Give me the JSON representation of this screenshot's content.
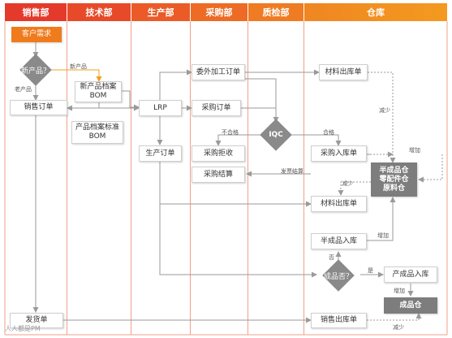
{
  "lanes": [
    "销售部",
    "技术部",
    "生产部",
    "采购部",
    "质检部",
    "仓库"
  ],
  "boxes": {
    "customer_demand": "客户需求",
    "new_product_bom": [
      "新产品档案",
      "BOM"
    ],
    "sales_order": "销售订单",
    "std_product_bom": [
      "产品档案标准",
      "BOM"
    ],
    "lrp": "LRP",
    "production_order": "生产订单",
    "outsource_order": "委外加工订单",
    "purchase_order": "采购订单",
    "purchase_reject": "采购拒收",
    "purchase_settle": "采购结算",
    "material_out_1": "材料出库单",
    "purchase_in": "采购入库单",
    "warehouses": [
      "半成品仓",
      "零配件仓",
      "原料仓"
    ],
    "material_out_2": "材料出库单",
    "semi_in": "半成品入库",
    "finished_in": "产成品入库",
    "finished_wh": "成品仓",
    "delivery": "发货单",
    "sales_out": "销售出库单"
  },
  "decisions": {
    "new_product": "新产品？",
    "iqc": "IQC",
    "finished_check": "成品否？"
  },
  "edge_labels": {
    "new_product": "新产品",
    "old_product": "老产品",
    "unqualified": "不合格",
    "qualified": "合格",
    "invoice_settle": "发票结算",
    "reduce_1": "减少",
    "increase_1": "增加",
    "reduce_2": "减少",
    "increase_2": "增加",
    "no": "否",
    "yes": "是",
    "increase_3": "增加",
    "reduce_3": "减少"
  },
  "colors": {
    "header_start": "#e43a2b",
    "header_end": "#f39a1f",
    "accent_orange": "#f07b1d",
    "lane_line": "#f0a08a",
    "arrow": "#9a9a9a",
    "node_gray": "#7d7d7d"
  },
  "watermark": "人人都是PM"
}
